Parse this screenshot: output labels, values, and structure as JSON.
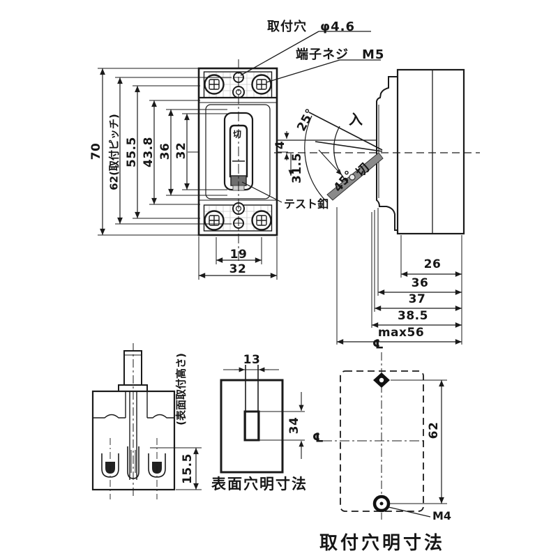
{
  "callouts": {
    "mounting_hole": "取付穴　φ4.6",
    "terminal_screw": "端子ネジ　M5",
    "test_button": "テスト釦"
  },
  "front_view": {
    "dim_height": "70",
    "dim_pitch": "62(取付ピッチ)",
    "dim_55_5": "55.5",
    "dim_43_8": "43.8",
    "dim_36": "36",
    "dim_32": "32",
    "dim_w19": "19",
    "dim_w32": "32",
    "toggle_char": "切"
  },
  "side_view": {
    "label_on": "入",
    "label_off": "切",
    "angle_on": "25°",
    "angle_off": "45°",
    "dim_4": "4",
    "dim_31_5": "31.5",
    "dim_26": "26",
    "dim_36": "36",
    "dim_37": "37",
    "dim_38_5": "38.5",
    "dim_max": "max56"
  },
  "top_view": {
    "note": "(表面取付高さ)",
    "dim_15_5": "15.5"
  },
  "surface_cutout": {
    "caption": "表面穴明寸法",
    "dim_13": "13",
    "dim_34": "34"
  },
  "mounting_view": {
    "caption": "取付穴明寸法",
    "dim_62": "62",
    "screw": "M4",
    "centerline_symbol": "℄"
  }
}
